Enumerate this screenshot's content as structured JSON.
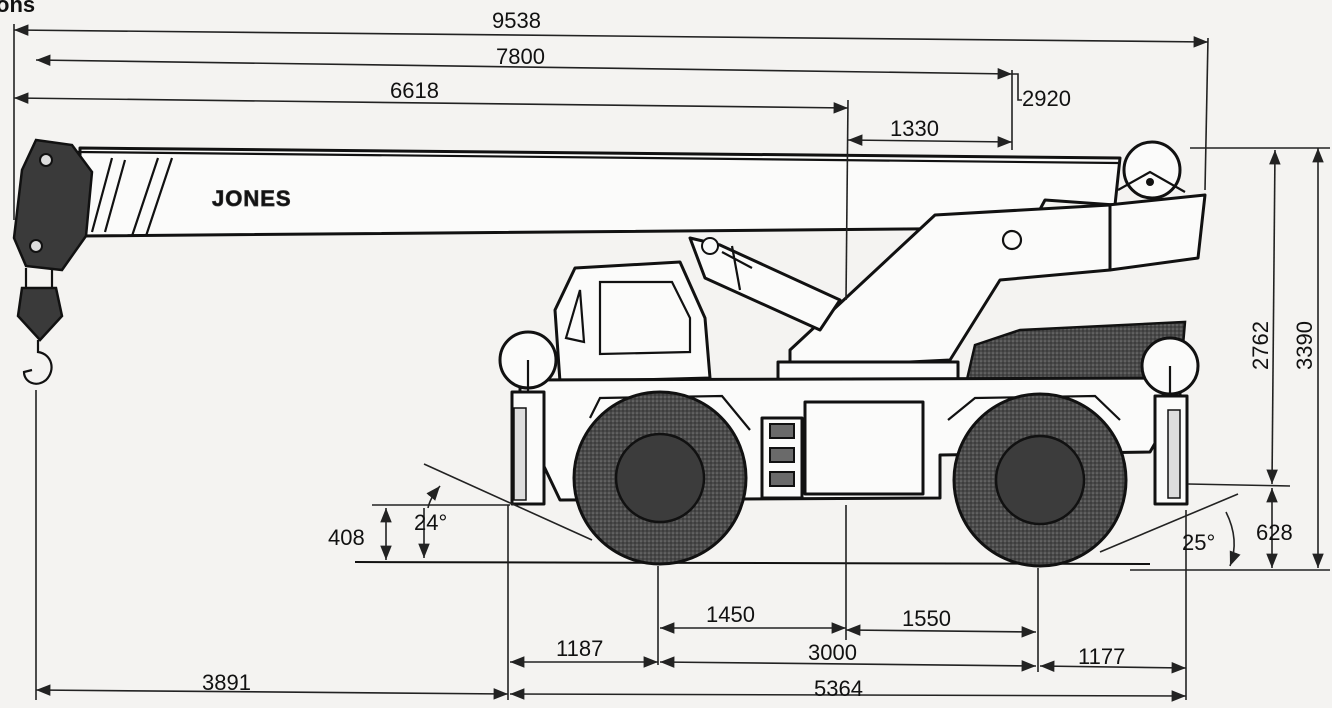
{
  "heading": "ons",
  "brand_logo": "JONES",
  "units_icon": "arrowhead-icon",
  "dimensions": {
    "overall_reach": "9538",
    "boom_tip_to_sheave": "7800",
    "boom_tip_to_pivot": "6618",
    "sheave_offset": "2920",
    "pivot_to_sheave": "1330",
    "boom_height": "2762",
    "overall_height": "3390",
    "front_clearance": "408",
    "approach_angle": "24°",
    "departure_angle": "25°",
    "rear_clearance": "628",
    "front_axle_to_center": "1450",
    "center_to_rear_axle": "1550",
    "front_overhang": "1187",
    "wheelbase": "3000",
    "rear_overhang": "1177",
    "boom_overhang": "3891",
    "overall_length": "5364"
  },
  "colors": {
    "ink": "#111111",
    "tyre": "#3a3a3a",
    "paper": "#f4f3f1"
  }
}
